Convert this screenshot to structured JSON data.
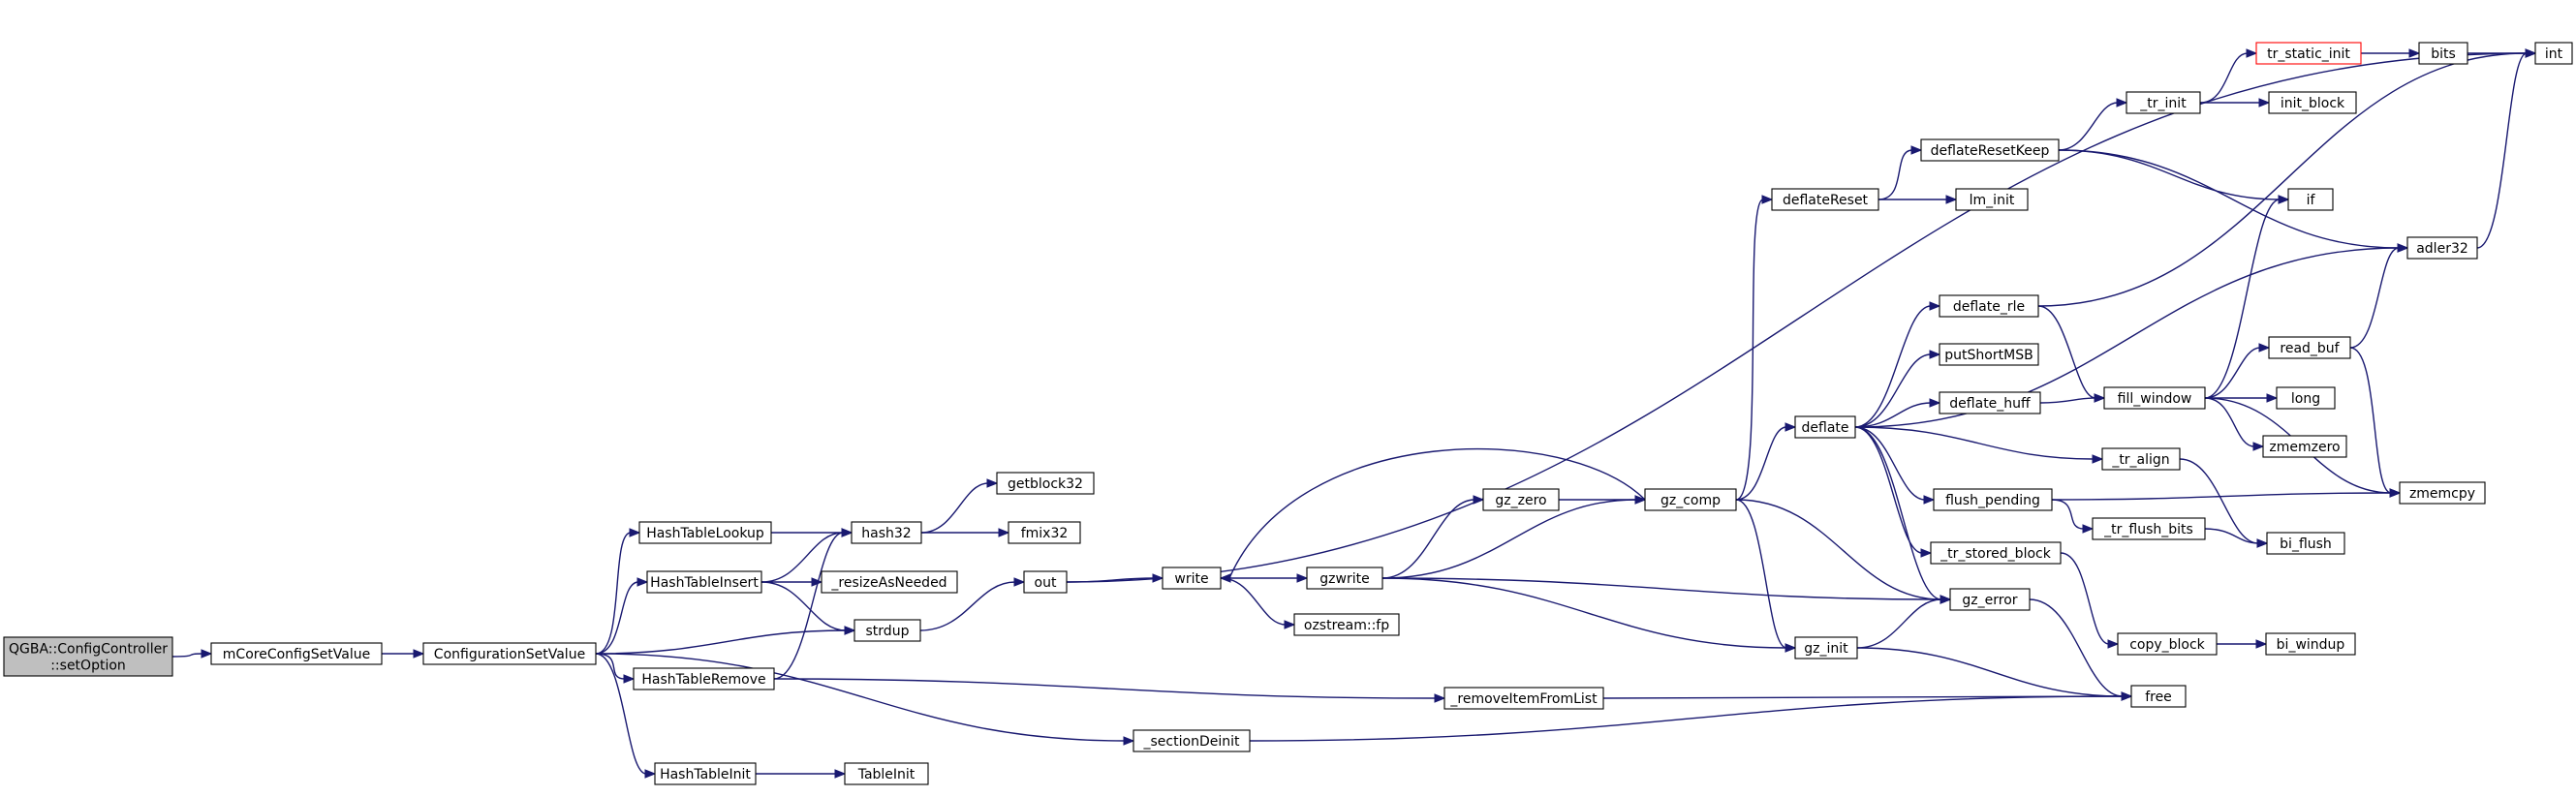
{
  "colors": {
    "edge": "#191970",
    "root_fill": "#bfbfbf",
    "highlight_border": "#ff0000",
    "node_border": "#000000"
  },
  "nodes": [
    {
      "id": "setOption",
      "lines": [
        "QGBA::ConfigController",
        "::setOption"
      ],
      "style": "root"
    },
    {
      "id": "mCoreConfigSetValue",
      "lines": [
        "mCoreConfigSetValue"
      ]
    },
    {
      "id": "ConfigurationSetValue",
      "lines": [
        "ConfigurationSetValue"
      ]
    },
    {
      "id": "HashTableLookup",
      "lines": [
        "HashTableLookup"
      ]
    },
    {
      "id": "HashTableInsert",
      "lines": [
        "HashTableInsert"
      ]
    },
    {
      "id": "HashTableRemove",
      "lines": [
        "HashTableRemove"
      ]
    },
    {
      "id": "HashTableInit",
      "lines": [
        "HashTableInit"
      ]
    },
    {
      "id": "hash32",
      "lines": [
        "hash32"
      ]
    },
    {
      "id": "resizeAsNeeded",
      "lines": [
        "_resizeAsNeeded"
      ]
    },
    {
      "id": "strdup",
      "lines": [
        "strdup"
      ]
    },
    {
      "id": "TableInit",
      "lines": [
        "TableInit"
      ]
    },
    {
      "id": "getblock32",
      "lines": [
        "getblock32"
      ]
    },
    {
      "id": "fmix32",
      "lines": [
        "fmix32"
      ]
    },
    {
      "id": "out",
      "lines": [
        "out"
      ]
    },
    {
      "id": "write",
      "lines": [
        "write"
      ]
    },
    {
      "id": "gzwrite",
      "lines": [
        "gzwrite"
      ]
    },
    {
      "id": "ozstreamfp",
      "lines": [
        "ozstream::fp"
      ]
    },
    {
      "id": "gz_zero",
      "lines": [
        "gz_zero"
      ]
    },
    {
      "id": "gz_comp",
      "lines": [
        "gz_comp"
      ]
    },
    {
      "id": "removeItemFromList",
      "lines": [
        "_removeItemFromList"
      ]
    },
    {
      "id": "sectionDeinit",
      "lines": [
        "_sectionDeinit"
      ]
    },
    {
      "id": "deflateReset",
      "lines": [
        "deflateReset"
      ]
    },
    {
      "id": "deflate",
      "lines": [
        "deflate"
      ]
    },
    {
      "id": "gz_init",
      "lines": [
        "gz_init"
      ]
    },
    {
      "id": "gz_error",
      "lines": [
        "gz_error"
      ]
    },
    {
      "id": "free",
      "lines": [
        "free"
      ]
    },
    {
      "id": "deflateResetKeep",
      "lines": [
        "deflateResetKeep"
      ]
    },
    {
      "id": "lm_init",
      "lines": [
        "lm_init"
      ]
    },
    {
      "id": "tr_init",
      "lines": [
        "_tr_init"
      ]
    },
    {
      "id": "tr_static_init",
      "lines": [
        "tr_static_init"
      ],
      "style": "highlight"
    },
    {
      "id": "init_block",
      "lines": [
        "init_block"
      ]
    },
    {
      "id": "bits",
      "lines": [
        "bits"
      ]
    },
    {
      "id": "int",
      "lines": [
        "int"
      ]
    },
    {
      "id": "if",
      "lines": [
        "if"
      ]
    },
    {
      "id": "adler32",
      "lines": [
        "adler32"
      ]
    },
    {
      "id": "deflate_rle",
      "lines": [
        "deflate_rle"
      ]
    },
    {
      "id": "putShortMSB",
      "lines": [
        "putShortMSB"
      ]
    },
    {
      "id": "deflate_huff",
      "lines": [
        "deflate_huff"
      ]
    },
    {
      "id": "fill_window",
      "lines": [
        "fill_window"
      ]
    },
    {
      "id": "read_buf",
      "lines": [
        "read_buf"
      ]
    },
    {
      "id": "long",
      "lines": [
        "long"
      ]
    },
    {
      "id": "zmemzero",
      "lines": [
        "zmemzero"
      ]
    },
    {
      "id": "zmemcpy",
      "lines": [
        "zmemcpy"
      ]
    },
    {
      "id": "tr_align",
      "lines": [
        "_tr_align"
      ]
    },
    {
      "id": "flush_pending",
      "lines": [
        "flush_pending"
      ]
    },
    {
      "id": "tr_flush_bits",
      "lines": [
        "_tr_flush_bits"
      ]
    },
    {
      "id": "bi_flush",
      "lines": [
        "bi_flush"
      ]
    },
    {
      "id": "tr_stored_block",
      "lines": [
        "_tr_stored_block"
      ]
    },
    {
      "id": "copy_block",
      "lines": [
        "copy_block"
      ]
    },
    {
      "id": "bi_windup",
      "lines": [
        "bi_windup"
      ]
    }
  ],
  "edges": [
    [
      "setOption",
      "mCoreConfigSetValue"
    ],
    [
      "mCoreConfigSetValue",
      "ConfigurationSetValue"
    ],
    [
      "ConfigurationSetValue",
      "HashTableLookup"
    ],
    [
      "ConfigurationSetValue",
      "HashTableInsert"
    ],
    [
      "ConfigurationSetValue",
      "strdup"
    ],
    [
      "ConfigurationSetValue",
      "HashTableRemove"
    ],
    [
      "ConfigurationSetValue",
      "HashTableInit"
    ],
    [
      "ConfigurationSetValue",
      "sectionDeinit"
    ],
    [
      "HashTableLookup",
      "hash32"
    ],
    [
      "HashTableInsert",
      "hash32"
    ],
    [
      "HashTableInsert",
      "resizeAsNeeded"
    ],
    [
      "HashTableInsert",
      "strdup"
    ],
    [
      "HashTableRemove",
      "hash32"
    ],
    [
      "HashTableRemove",
      "removeItemFromList"
    ],
    [
      "HashTableInit",
      "TableInit"
    ],
    [
      "hash32",
      "getblock32"
    ],
    [
      "hash32",
      "fmix32"
    ],
    [
      "strdup",
      "out"
    ],
    [
      "out",
      "write"
    ],
    [
      "out",
      "int"
    ],
    [
      "write",
      "gzwrite"
    ],
    [
      "write",
      "ozstreamfp"
    ],
    [
      "gzwrite",
      "gz_zero"
    ],
    [
      "gzwrite",
      "gz_comp"
    ],
    [
      "gzwrite",
      "gz_error"
    ],
    [
      "gzwrite",
      "gz_init"
    ],
    [
      "gz_zero",
      "gz_comp"
    ],
    [
      "gz_comp",
      "write"
    ],
    [
      "gz_comp",
      "deflateReset"
    ],
    [
      "gz_comp",
      "deflate"
    ],
    [
      "gz_comp",
      "gz_init"
    ],
    [
      "gz_comp",
      "gz_error"
    ],
    [
      "gz_init",
      "gz_error"
    ],
    [
      "gz_init",
      "free"
    ],
    [
      "gz_error",
      "free"
    ],
    [
      "removeItemFromList",
      "free"
    ],
    [
      "sectionDeinit",
      "free"
    ],
    [
      "deflateReset",
      "deflateResetKeep"
    ],
    [
      "deflateReset",
      "lm_init"
    ],
    [
      "deflateResetKeep",
      "tr_init"
    ],
    [
      "deflateResetKeep",
      "if"
    ],
    [
      "deflateResetKeep",
      "adler32"
    ],
    [
      "tr_init",
      "tr_static_init"
    ],
    [
      "tr_init",
      "init_block"
    ],
    [
      "tr_static_init",
      "bits"
    ],
    [
      "bits",
      "int"
    ],
    [
      "deflate",
      "adler32"
    ],
    [
      "deflate",
      "deflate_rle"
    ],
    [
      "deflate",
      "putShortMSB"
    ],
    [
      "deflate",
      "deflate_huff"
    ],
    [
      "deflate",
      "tr_align"
    ],
    [
      "deflate",
      "flush_pending"
    ],
    [
      "deflate",
      "tr_stored_block"
    ],
    [
      "deflate",
      "gz_error"
    ],
    [
      "deflate_rle",
      "fill_window"
    ],
    [
      "deflate_rle",
      "int"
    ],
    [
      "deflate_huff",
      "fill_window"
    ],
    [
      "fill_window",
      "if"
    ],
    [
      "fill_window",
      "read_buf"
    ],
    [
      "fill_window",
      "long"
    ],
    [
      "fill_window",
      "zmemzero"
    ],
    [
      "fill_window",
      "zmemcpy"
    ],
    [
      "read_buf",
      "adler32"
    ],
    [
      "read_buf",
      "zmemcpy"
    ],
    [
      "adler32",
      "int"
    ],
    [
      "tr_align",
      "bi_flush"
    ],
    [
      "flush_pending",
      "tr_flush_bits"
    ],
    [
      "flush_pending",
      "zmemcpy"
    ],
    [
      "tr_flush_bits",
      "bi_flush"
    ],
    [
      "tr_stored_block",
      "copy_block"
    ],
    [
      "copy_block",
      "bi_windup"
    ]
  ]
}
